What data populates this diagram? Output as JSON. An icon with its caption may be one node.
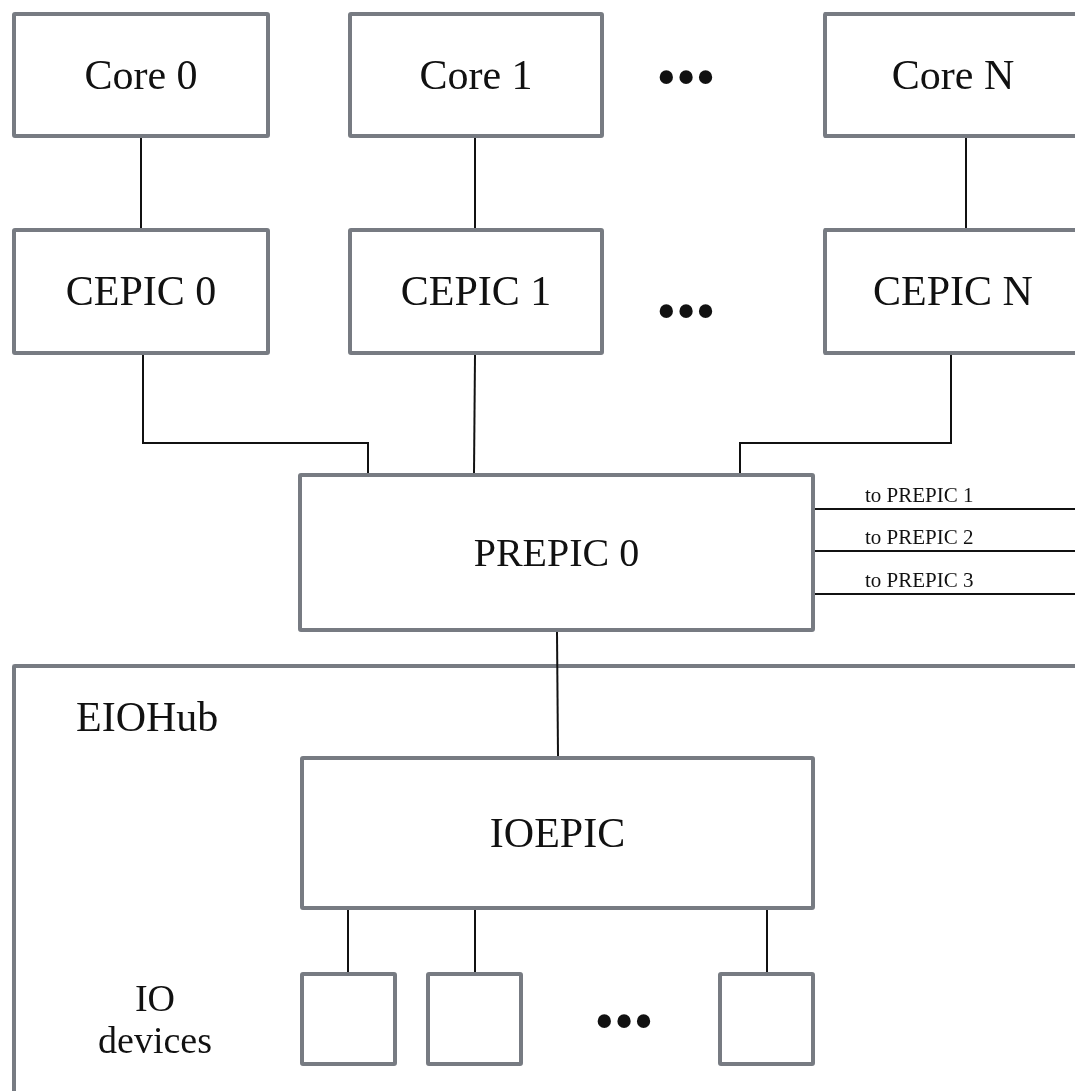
{
  "diagram": {
    "nodes": [
      {
        "text": [
          "Core 0"
        ]
      },
      {
        "text": [
          "Core 1"
        ]
      },
      {
        "text": [
          "Core N"
        ]
      },
      {
        "text": [
          "CEPIC 0"
        ]
      },
      {
        "text": [
          "CEPIC 1"
        ]
      },
      {
        "text": [
          "CEPIC N"
        ]
      },
      {
        "text": [
          "PREPIC 0"
        ]
      },
      {
        "text": [
          "EIOHub"
        ]
      },
      {
        "text": [
          "IOEPIC"
        ],
        "in": 7
      },
      {
        "text": [],
        "shape": "box",
        "in": 7
      },
      {
        "text": [],
        "shape": "box",
        "in": 7
      },
      {
        "text": [],
        "shape": "box",
        "in": 7
      }
    ],
    "edges": [
      {
        "from": 0,
        "to": 3,
        "arrow": "none"
      },
      {
        "from": 1,
        "to": 4,
        "arrow": "none"
      },
      {
        "from": 2,
        "to": 5,
        "arrow": "none"
      },
      {
        "from": 3,
        "to": 6,
        "arrow": "none"
      },
      {
        "from": 4,
        "to": 6,
        "arrow": "none"
      },
      {
        "from": 5,
        "to": 6,
        "arrow": "none"
      },
      {
        "from": 6,
        "to": null,
        "arrow": "none",
        "label": "to PREPIC 1"
      },
      {
        "from": 6,
        "to": null,
        "arrow": "none",
        "label": "to PREPIC 2"
      },
      {
        "from": 6,
        "to": null,
        "arrow": "none",
        "label": "to PREPIC 3"
      },
      {
        "from": 6,
        "to": 8,
        "arrow": "none"
      },
      {
        "from": 8,
        "to": 9,
        "arrow": "none"
      },
      {
        "from": 8,
        "to": 10,
        "arrow": "none"
      },
      {
        "from": 8,
        "to": 11,
        "arrow": "none"
      }
    ],
    "labels": [
      "•••",
      "•••",
      "IO devices",
      "•••"
    ]
  }
}
